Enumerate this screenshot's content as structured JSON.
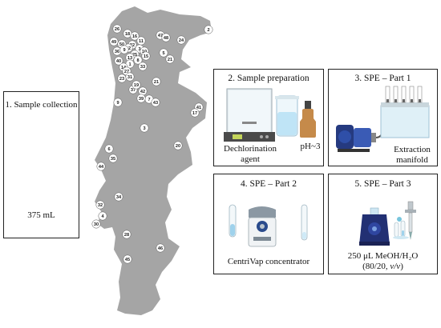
{
  "colors": {
    "map_fill": "#a5a5a5",
    "marker_fill": "#ffffff",
    "water": "#bfe4f6",
    "navy": "#2a3277",
    "panel_border": "#222222"
  },
  "panels": {
    "p1": {
      "title": "1. Sample collection",
      "volume": "375 mL"
    },
    "p2": {
      "title": "2. Sample preparation",
      "label_a": "Dechlorination",
      "label_b": "agent",
      "label_ph": "pH~3"
    },
    "p3": {
      "title": "3. SPE – Part 1",
      "label_a": "Extraction",
      "label_b": "manifold"
    },
    "p4": {
      "title": "4. SPE – Part 2",
      "label": "CentriVap concentrator"
    },
    "p5": {
      "title": "5. SPE – Part 3",
      "label_a": "250 μL MeOH/H₂O",
      "label_b_pre": "(80/20, ",
      "label_b_em": "v/v",
      "label_b_post": ")"
    }
  },
  "markers": [
    "26",
    "18",
    "16",
    "47",
    "48",
    "24",
    "2",
    "49",
    "50",
    "11",
    "22",
    "3",
    "12",
    "36",
    "9",
    "25",
    "5",
    "10",
    "13",
    "21",
    "15",
    "40",
    "8",
    "1",
    "14",
    "27",
    "33",
    "23",
    "31",
    "37",
    "19",
    "42",
    "7",
    "21",
    "9",
    "39",
    "43",
    "41",
    "17",
    "3",
    "20",
    "6",
    "35",
    "44",
    "34",
    "32",
    "4",
    "30",
    "28",
    "45",
    "46"
  ]
}
